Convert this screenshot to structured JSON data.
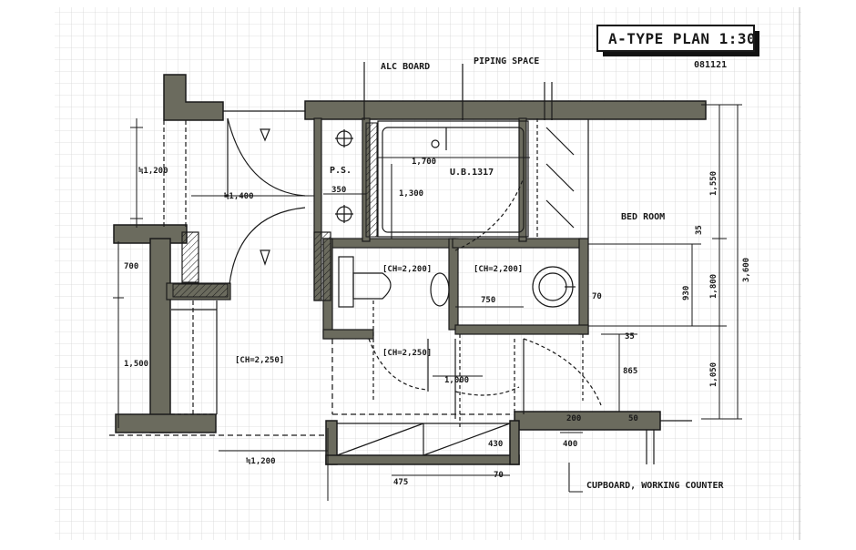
{
  "title": "A-TYPE PLAN 1:30",
  "date": "081121",
  "labels": {
    "alc_board": "ALC BOARD",
    "piping_space": "PIPING SPACE",
    "bed_room": "BED ROOM",
    "ps": "P.S.",
    "ub": "U.B.1317",
    "cupboard": "CUPBOARD, WORKING COUNTER",
    "ch_toilet": "[CH=2,200]",
    "ch_wash": "[CH=2,200]",
    "ch_hall": "[CH=2,250]",
    "ch_entry": "[CH=2,250]"
  },
  "dimensions": {
    "d1200_top": "≒1,200",
    "d1400": "≒1,400",
    "d350": "350",
    "d1700": "1,700",
    "d1300": "1,300",
    "d1550": "1,550",
    "d700": "700",
    "d1500": "1,500",
    "d750": "750",
    "d70_right": "70",
    "d930": "930",
    "d1800": "1,800",
    "d3600": "3,600",
    "d35_top": "35",
    "d35_bottom": "35",
    "d1050": "1,050",
    "d865": "865",
    "d1000": "1,000",
    "d200": "200",
    "d50": "50",
    "d400": "400",
    "d430": "430",
    "d475": "475",
    "d70_bottom": "70",
    "d1200_bottom": "≒1,200"
  },
  "colors": {
    "wall": "#6b6b5e",
    "ink": "#1a1a1a",
    "grid": "#cfcfcf",
    "title_shadow": "#111111"
  }
}
